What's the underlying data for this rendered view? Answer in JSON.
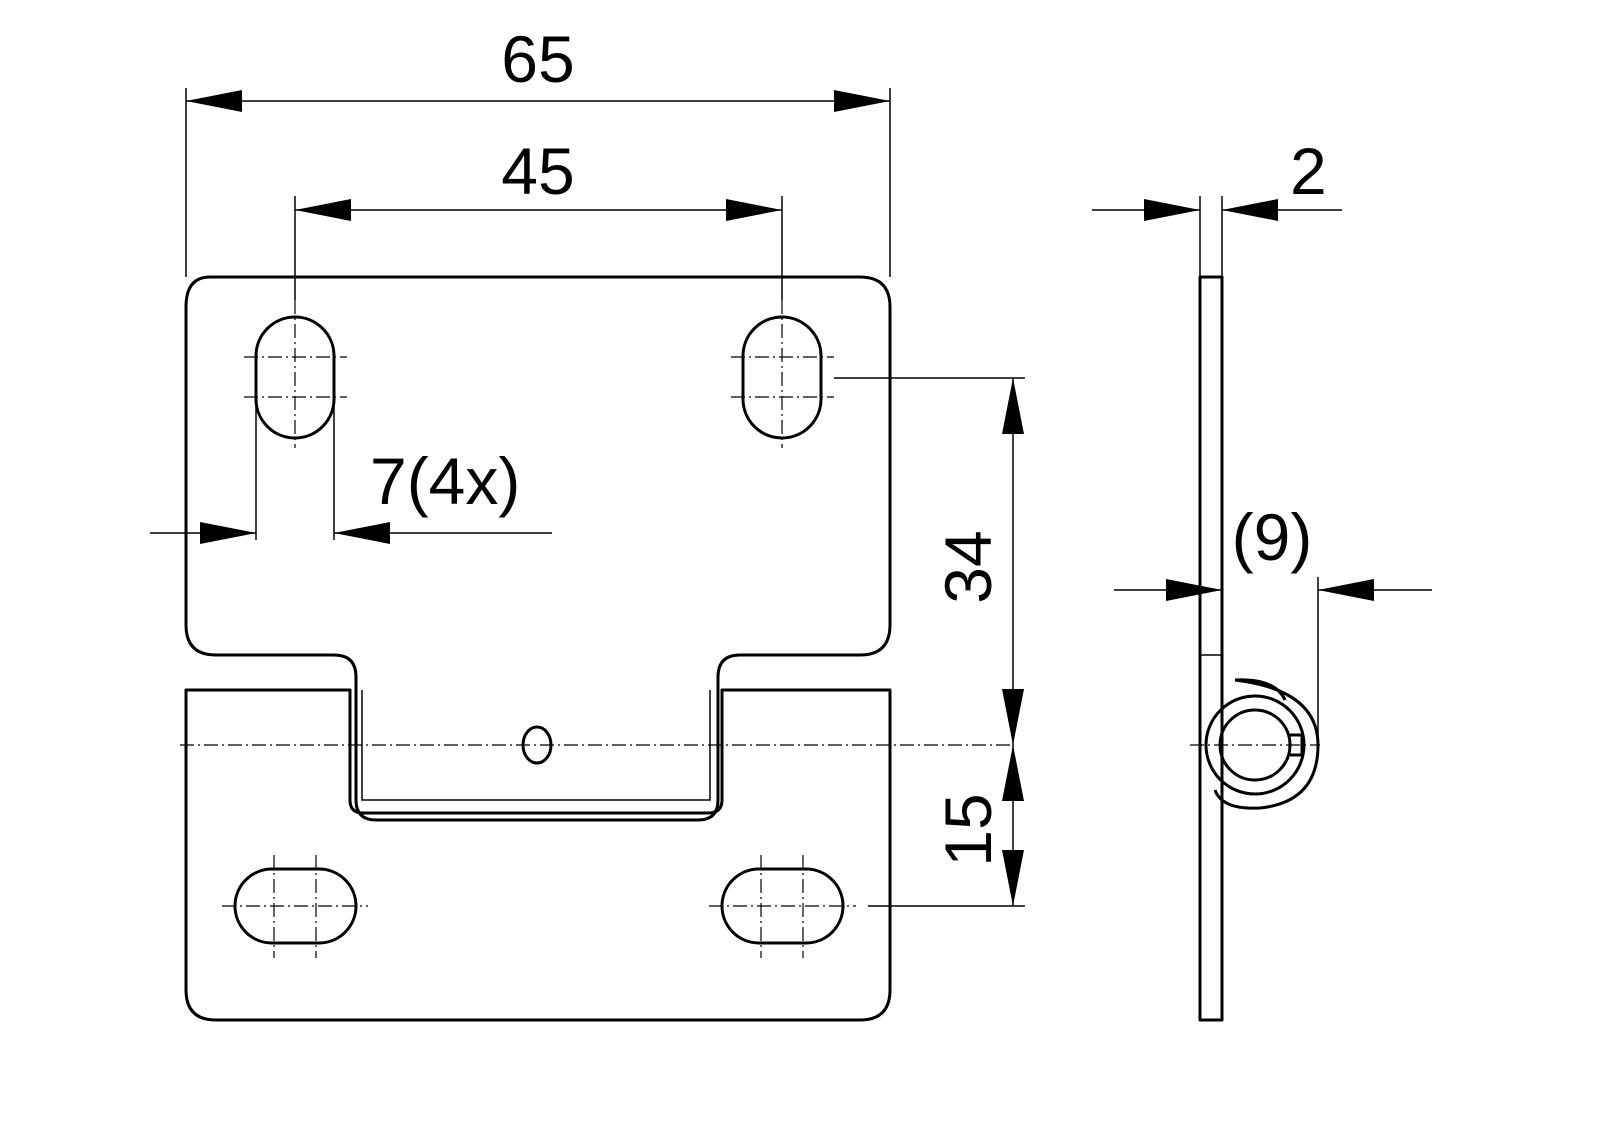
{
  "dimensions": {
    "overall_width": "65",
    "hole_spacing": "45",
    "slot_width": "7(4x)",
    "vertical_upper": "34",
    "vertical_lower": "15",
    "thickness": "2",
    "knuckle_offset": "(9)"
  },
  "colors": {
    "line": "#000000",
    "background": "#ffffff"
  }
}
